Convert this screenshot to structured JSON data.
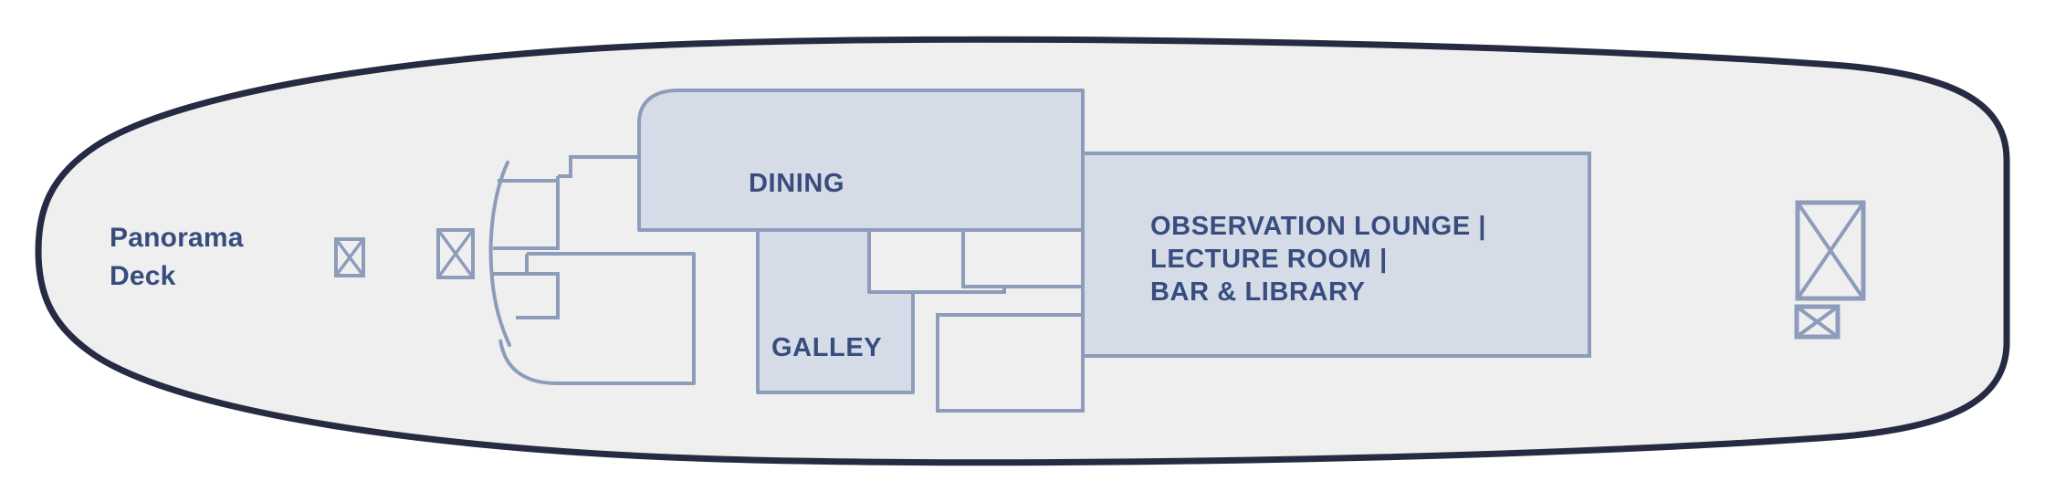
{
  "deck": {
    "name_line1": "Panorama",
    "name_line2": "Deck"
  },
  "colors": {
    "hull_outline": "#262A42",
    "hull_fill": "#EFEFEF",
    "room_fill": "#D5DCE8",
    "room_outline": "#8E9CBC",
    "label_text": "#384D7E",
    "page_background": "#FFFFFF"
  },
  "rooms": [
    {
      "id": "dining",
      "label": "DINING",
      "highlighted": true
    },
    {
      "id": "galley",
      "label": "GALLEY",
      "highlighted": true
    },
    {
      "id": "observation-lounge",
      "label_line1": "OBSERVATION LOUNGE |",
      "label_line2": "LECTURE ROOM |",
      "label_line3": "BAR & LIBRARY",
      "highlighted": true
    }
  ],
  "symbols": [
    {
      "id": "stairwell-fore-small",
      "type": "x-box",
      "name": "stairwell-icon"
    },
    {
      "id": "stairwell-fore-large",
      "type": "x-box",
      "name": "stairwell-icon"
    },
    {
      "id": "stairwell-aft-large",
      "type": "x-box",
      "name": "stairwell-icon"
    },
    {
      "id": "stairwell-aft-small",
      "type": "x-box",
      "name": "elevator-icon"
    }
  ]
}
